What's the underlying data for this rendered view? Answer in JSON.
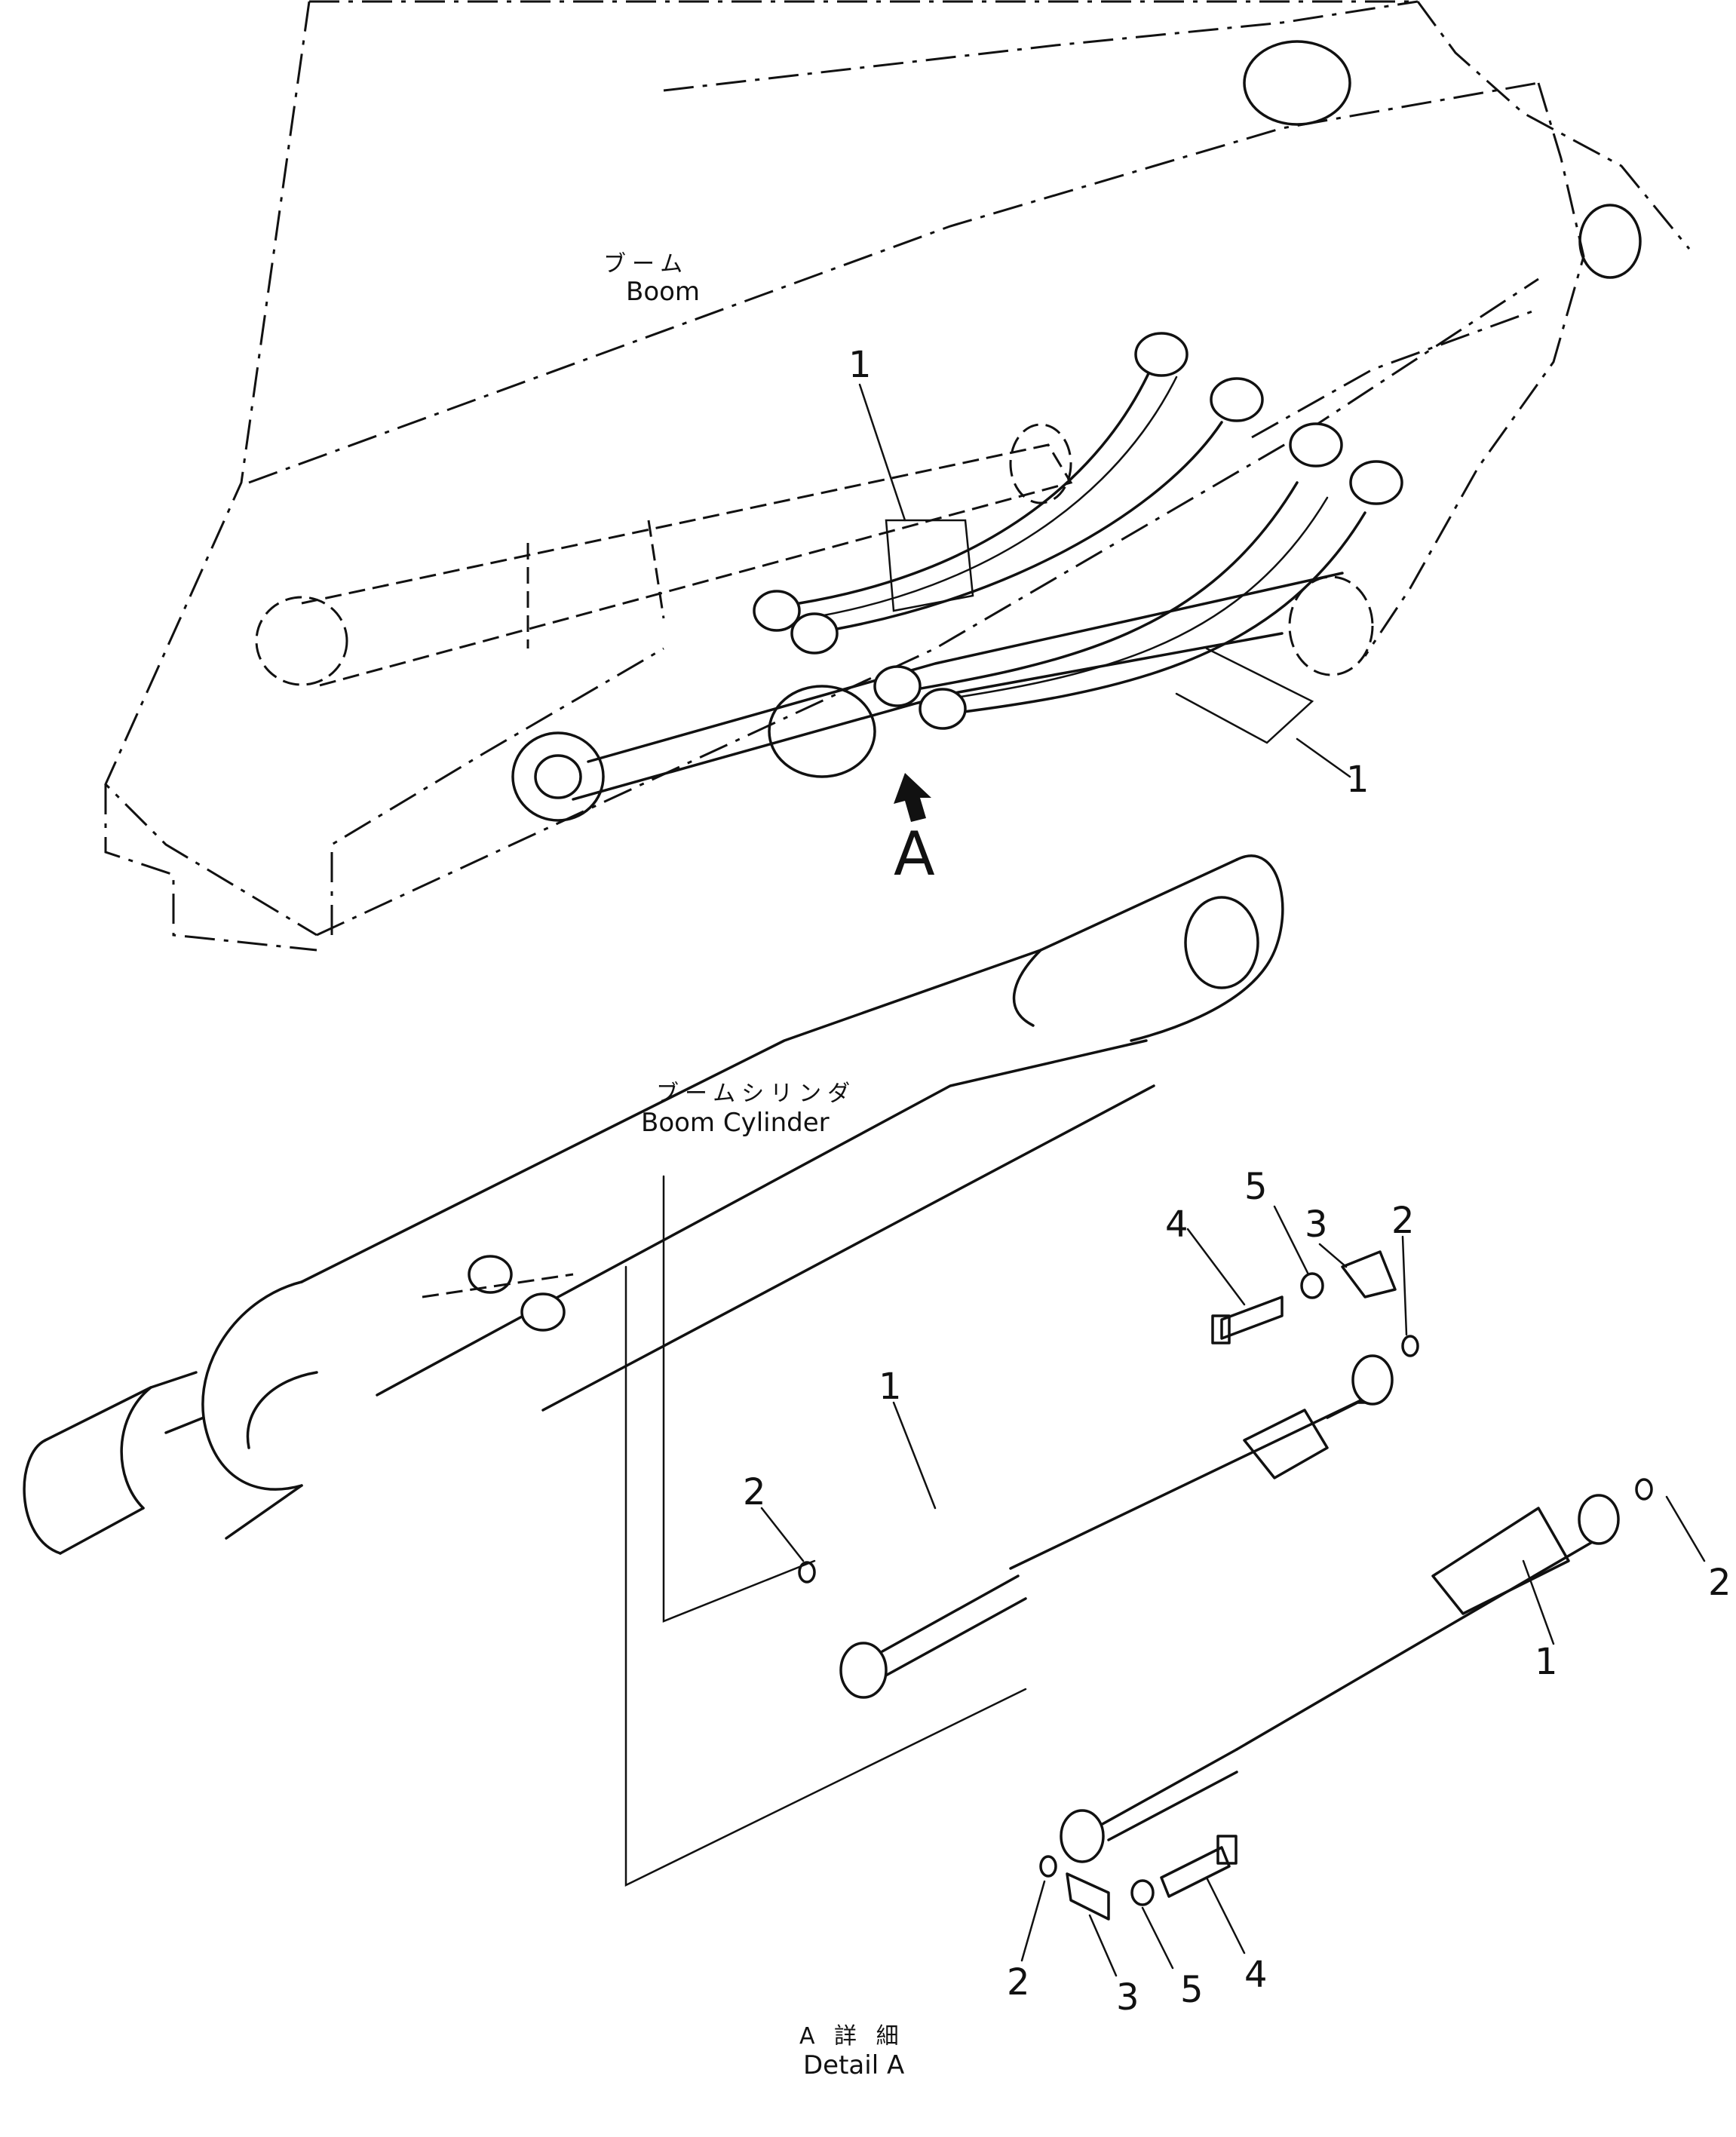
{
  "labels": {
    "boom_jp": "ブーム",
    "boom_en": "Boom",
    "cylinder_jp": "ブームシリンダ",
    "cylinder_en": "Boom Cylinder",
    "detail_jp": "A 詳 細",
    "detail_en": "Detail A",
    "view_marker": "A"
  },
  "callouts": {
    "hose_top_a": "1",
    "hose_top_b": "1",
    "hose_detail_upper": "1",
    "hose_detail_lower": "1",
    "oring_left": "2",
    "oring_top_right": "2",
    "oring_right": "2",
    "oring_bottom": "2",
    "half_flange_top": "3",
    "half_flange_bottom": "3",
    "bolt_top": "4",
    "bolt_bottom": "4",
    "washer_top": "5",
    "washer_bottom": "5"
  }
}
